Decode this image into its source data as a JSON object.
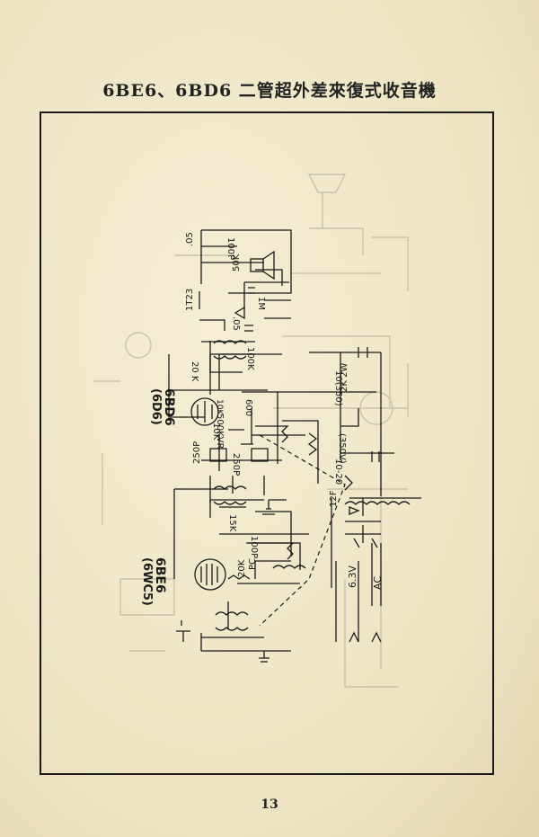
{
  "page": {
    "title": "6BE6、6BD6 二管超外差來復式收音機",
    "page_number": "13"
  },
  "tubes": {
    "if_amp": {
      "name": "6BD6",
      "alt": "(6D6)"
    },
    "converter": {
      "name": "6BE6",
      "alt": "(6WC5)"
    }
  },
  "labels": {
    "c_05_top": ".05",
    "c_100p": "100P",
    "r_50k": "50K",
    "diode_1t23": "1T23",
    "r_1m": "1M",
    "c_05_mid": ".05",
    "r_100k": "100K",
    "r_20k_a": "20 K",
    "r_10k_a": "10K",
    "c_10_350": "10(350)",
    "r_2k_2w": "2K 2W",
    "r_600": "600",
    "r_500kvr": "500KVR",
    "r_10k_b": "10K",
    "c_250p_a": "250P",
    "c_250p_b": "250P",
    "c_10_20": "10-20",
    "c_350v": "(350V)",
    "rect_12f": "12F",
    "r_15k": "15K",
    "c_100p_b": "100P",
    "r_20k_b": "20K",
    "pc": "PC",
    "fil_63v": "6.3V",
    "ac": "AC"
  }
}
